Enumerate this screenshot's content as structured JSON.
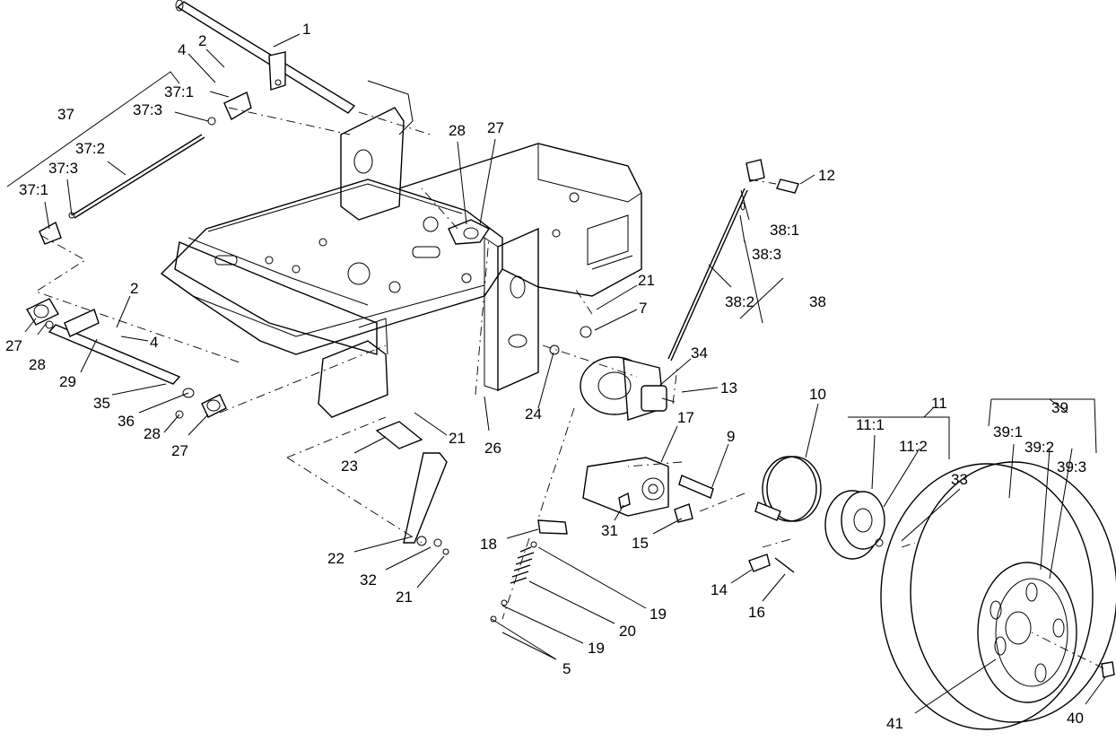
{
  "diagram": {
    "callouts": [
      "1",
      "2",
      "4",
      "37:1",
      "37:3",
      "37",
      "37:2",
      "37:3",
      "37:1",
      "28",
      "27",
      "12",
      "38:1",
      "38:3",
      "38:2",
      "38",
      "21",
      "7",
      "34",
      "13",
      "2",
      "4",
      "27",
      "28",
      "29",
      "35",
      "36",
      "28",
      "27",
      "21",
      "24",
      "26",
      "10",
      "11",
      "11:1",
      "11:2",
      "39",
      "39:1",
      "39:2",
      "39:3",
      "33",
      "17",
      "9",
      "23",
      "31",
      "15",
      "18",
      "19",
      "20",
      "19",
      "5",
      "22",
      "32",
      "21",
      "14",
      "16",
      "41",
      "40"
    ]
  }
}
